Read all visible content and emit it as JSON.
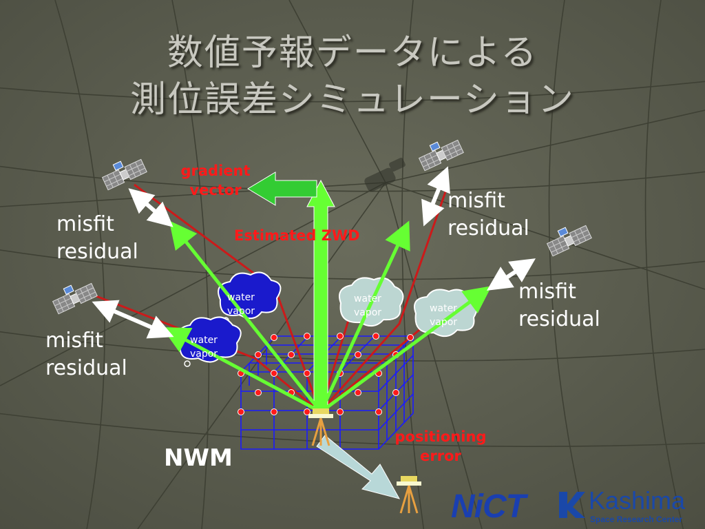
{
  "title": {
    "line1": "数値予報データによる",
    "line2": "測位誤差シミュレーション"
  },
  "labels": {
    "gradient": [
      "gradient",
      "vector"
    ],
    "estimated_zwd": "Estimated ZWD",
    "positioning": [
      "positioning",
      "error"
    ],
    "nwm": "NWM",
    "misfit": [
      {
        "line1": "misfit",
        "line2": "residual"
      },
      {
        "line1": "misfit",
        "line2": "residual"
      },
      {
        "line1": "misfit",
        "line2": "residual"
      },
      {
        "line1": "misfit",
        "line2": "residual"
      }
    ],
    "water_vapor": [
      "water",
      "vapor"
    ]
  },
  "logo": {
    "nict": "NiCT",
    "kashima": "Kashima",
    "kashima_sub": "Space Research Center"
  },
  "colors": {
    "background": "#56584a",
    "ray": "#66ff33",
    "residual_line": "#cc1a1a",
    "grid": "#1a1aff",
    "node": "#ff1a1a",
    "label_red": "#ff1a1a",
    "cloud_blue": "#1a1acc",
    "cloud_light": "#bcd6d2",
    "error_arrow": "#b8d8d8",
    "nict_blue": "#1a3fb0"
  },
  "icons": [
    "satellite-icon",
    "antenna-tripod-icon",
    "gradient-arrow-icon",
    "cloud-icon"
  ]
}
